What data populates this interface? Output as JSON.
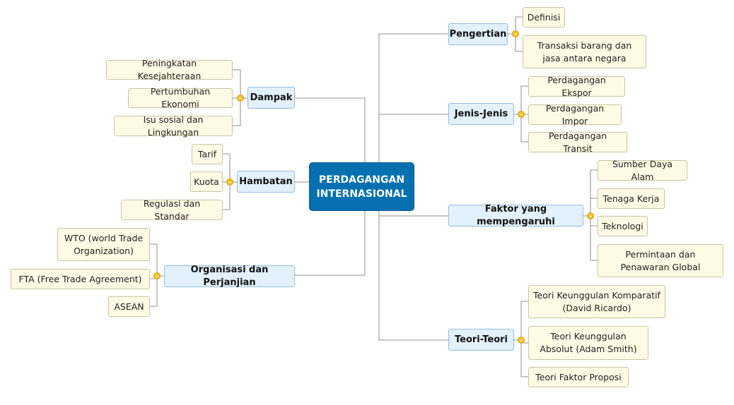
{
  "center": "PERDAGANGAN INTERNASIONAL",
  "right": [
    {
      "label": "Pengertian",
      "children": [
        "Definisi",
        "Transaksi barang dan jasa antara negara"
      ]
    },
    {
      "label": "Jenis-Jenis",
      "children": [
        "Perdagangan Ekspor",
        "Perdagangan Impor",
        "Perdagangan Transit"
      ]
    },
    {
      "label": "Faktor yang mempengaruhi",
      "children": [
        "Sumber Daya Alam",
        "Tenaga Kerja",
        "Teknologi",
        "Permintaan dan Penawaran Global"
      ]
    },
    {
      "label": "Teori-Teori",
      "children": [
        "Teori Keunggulan Komparatif (David Ricardo)",
        "Teori Keunggulan Absolut (Adam Smith)",
        "Teori Faktor Proposi"
      ]
    }
  ],
  "left": [
    {
      "label": "Dampak",
      "children": [
        "Peningkatan Kesejahteraan",
        "Pertumbuhan Ekonomi",
        "Isu sosial dan Lingkungan"
      ]
    },
    {
      "label": "Hambatan",
      "children": [
        "Tarif",
        "Kuota",
        "Regulasi dan Standar"
      ]
    },
    {
      "label": "Organisasi dan Perjanjian",
      "children": [
        "WTO (world Trade Organization)",
        "FTA (Free Trade Agreement)",
        "ASEAN"
      ]
    }
  ],
  "colors": {
    "center": "#0570b0",
    "topic": "#e2f1fc",
    "leaf": "#fefbe4",
    "collapse": "#f2c12e"
  }
}
